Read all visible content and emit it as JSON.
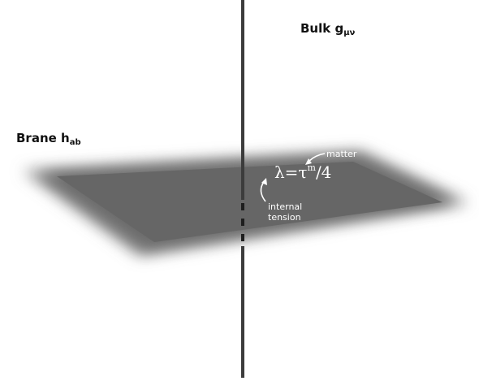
{
  "bulk": {
    "label": "Bulk g",
    "subscript": "μν"
  },
  "brane": {
    "label": "Brane h",
    "subscript": "ab"
  },
  "annotations": {
    "matter": "matter",
    "tension_line1": "internal",
    "tension_line2": "tension",
    "formula_lhs": "λ=τ",
    "formula_sup": "m",
    "formula_rhs": "/4"
  },
  "colors": {
    "plane": "#6b6b6b",
    "axis": "#3c3c3c",
    "text_on_plane": "#ffffff"
  }
}
